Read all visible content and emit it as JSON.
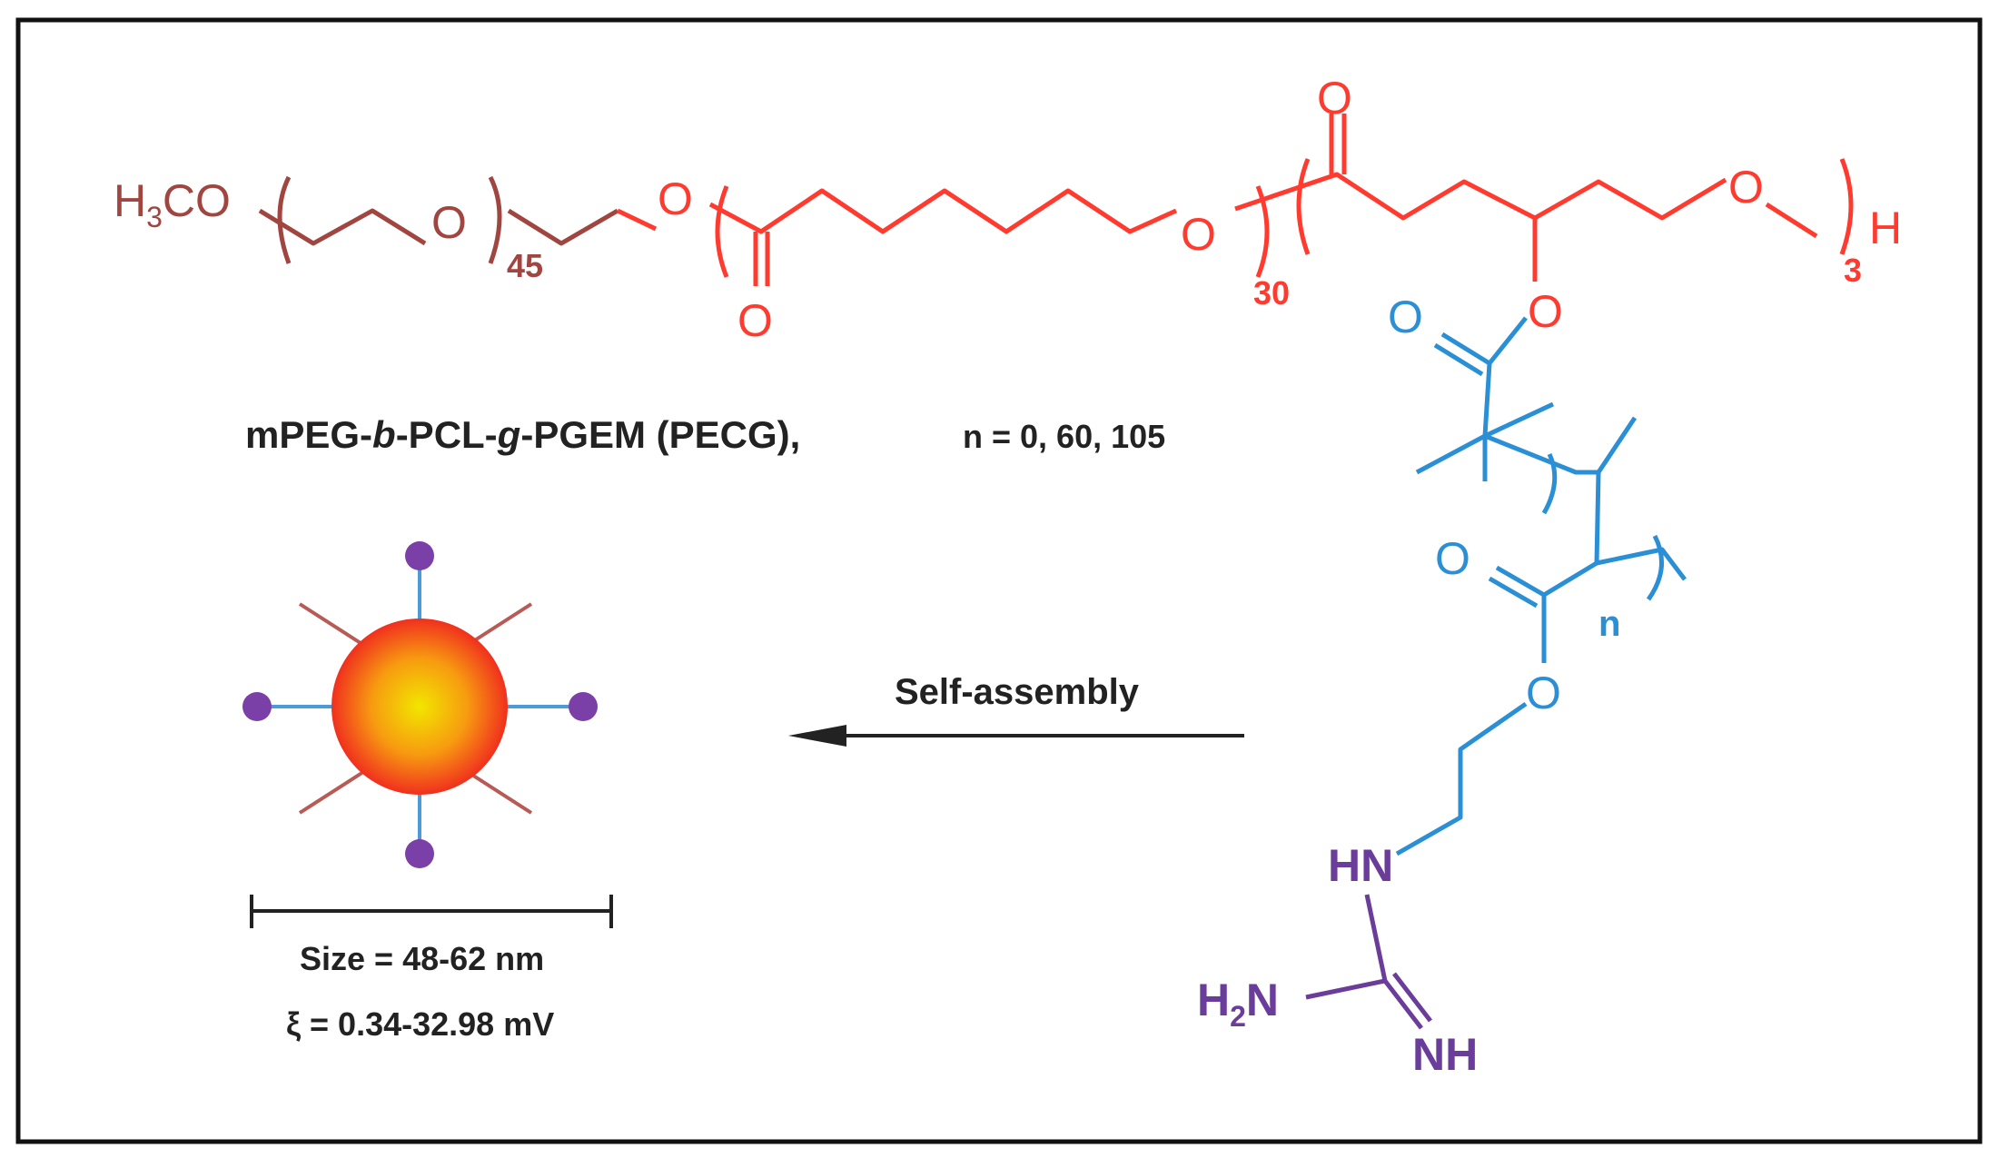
{
  "colors": {
    "peg": "#a0453f",
    "pcl": "#ff3b30",
    "pgem": "#2b8fd6",
    "guanidine": "#6b3d9a",
    "ink": "#222222",
    "core_center": "#f2e600",
    "core_edge": "#f0301e",
    "shell_tip": "#7b3fa8"
  },
  "structure": {
    "peg_terminal": "H",
    "peg_terminal_sub": "3",
    "peg_terminal_end": "CO",
    "peg_o": "O",
    "peg_repeat": "45",
    "link_o": "O",
    "pcl_carbonyl_o": "O",
    "pcl_o": "O",
    "pcl_repeat": "30",
    "graft_carbonyl_o": "O",
    "graft_o": "O",
    "graft_ester_o": "O",
    "graft_repeat": "3",
    "chain_end": "H",
    "pgem_carbonyl_o1": "O",
    "pgem_carbonyl_o2": "O",
    "pgem_ester_o": "O",
    "pgem_repeat": "n",
    "amine_hn": "HN",
    "amine_h2n_main": "H",
    "amine_h2n_sub": "2",
    "amine_h2n_end": "N",
    "amine_nh": "NH"
  },
  "title": {
    "name_part1": "mPEG-",
    "name_b": "b",
    "name_part2": "-PCL-",
    "name_g": "g",
    "name_part3": "-PGEM (PECG),",
    "n_values": "n = 0, 60, 105"
  },
  "arrow_label": "Self-assembly",
  "micelle": {
    "size": "Size = 48-62 nm",
    "zeta": "ξ = 0.34-32.98 mV"
  }
}
